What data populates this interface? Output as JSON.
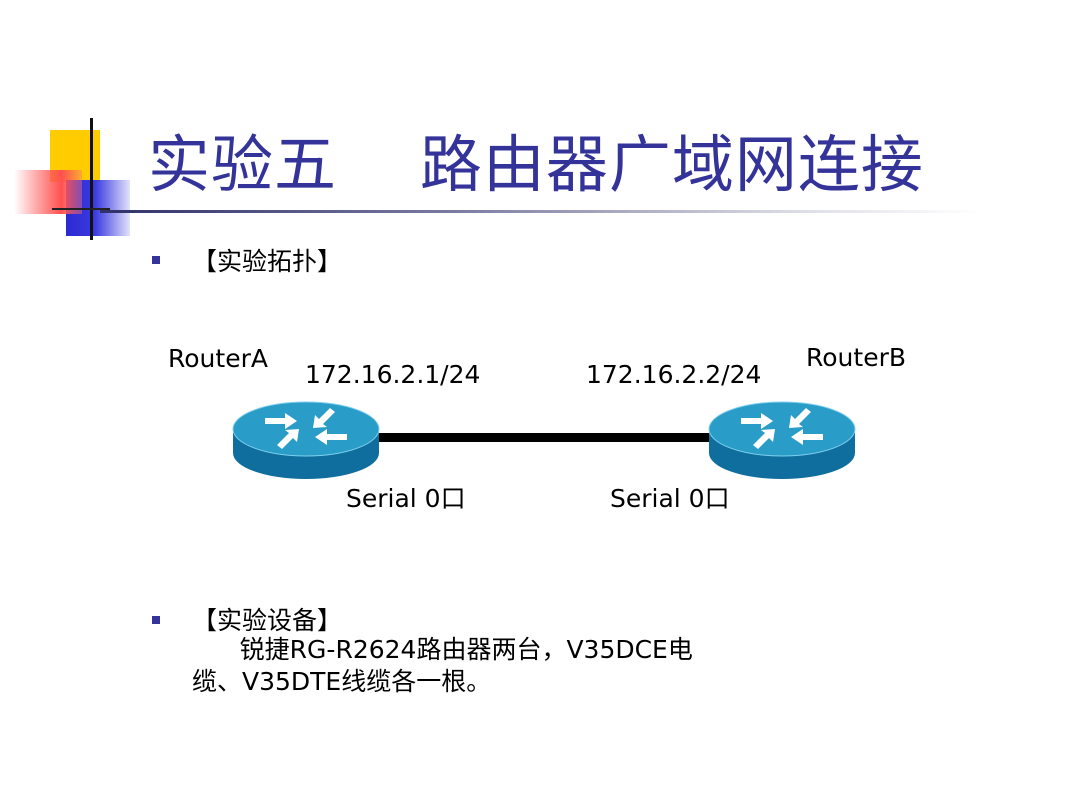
{
  "slide": {
    "title": "实验五    路由器广域网连接",
    "sections": [
      {
        "heading": "【实验拓扑】"
      },
      {
        "heading": "【实验设备】",
        "lines": [
          "      锐捷RG-R2624路由器两台，V35DCE电",
          "缆、V35DTE线缆各一根。"
        ]
      }
    ]
  },
  "topology": {
    "routers": [
      {
        "name": "RouterA",
        "ip": "172.16.2.1/24",
        "interface": "Serial 0口"
      },
      {
        "name": "RouterB",
        "ip": "172.16.2.2/24",
        "interface": "Serial 0口"
      }
    ],
    "colors": {
      "router_top": "#2a9cc8",
      "router_side": "#0f6e9e",
      "cable": "#000000"
    }
  },
  "colors": {
    "title": "#33339a",
    "bullet": "#33339a",
    "accent_yellow": "#ffcc00",
    "accent_blue": "#2a2ad0",
    "accent_red": "#ff5050"
  }
}
